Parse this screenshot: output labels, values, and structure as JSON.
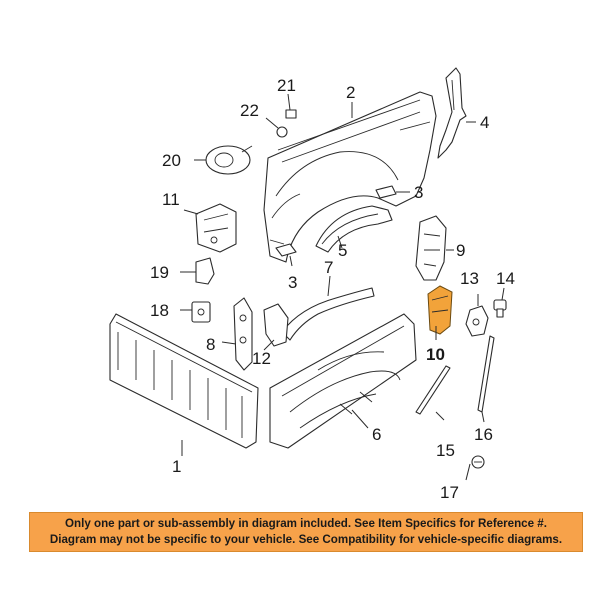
{
  "callouts": {
    "c1": "1",
    "c2": "2",
    "c3a": "3",
    "c3b": "3",
    "c4": "4",
    "c5": "5",
    "c6": "6",
    "c7": "7",
    "c8": "8",
    "c9": "9",
    "c10": "10",
    "c11": "11",
    "c12": "12",
    "c13": "13",
    "c14": "14",
    "c15": "15",
    "c16": "16",
    "c17": "17",
    "c18": "18",
    "c19": "19",
    "c20": "20",
    "c21": "21",
    "c22": "22"
  },
  "disclaimer": {
    "line1": "Only one part or sub-assembly in diagram included. See Item Specifics for Reference #.",
    "line2": "Diagram may not be specific to your vehicle. See Compatibility for vehicle-specific diagrams."
  },
  "colors": {
    "highlight_part": "#f2a33a",
    "banner_background": "#f7a24a"
  }
}
